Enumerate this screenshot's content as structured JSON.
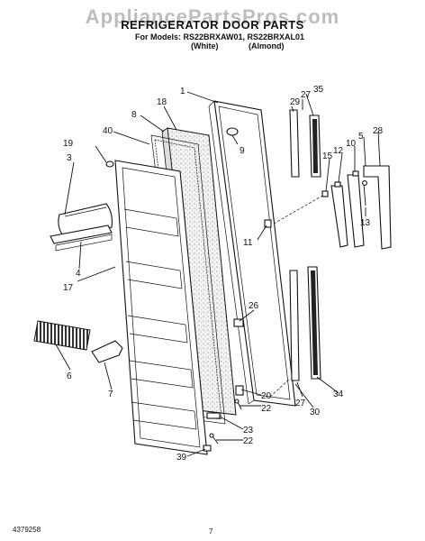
{
  "header": {
    "watermark": "AppliancePartsPros.com",
    "title": "REFRIGERATOR DOOR PARTS",
    "models": "For Models: RS22BRXAW01, RS22BRXAL01",
    "variant_white": "(White)",
    "variant_almond": "(Almond)"
  },
  "footer": {
    "doc_number": "4379258",
    "page_number": "7"
  },
  "callouts": [
    "1",
    "35",
    "29",
    "27",
    "18",
    "8",
    "9",
    "40",
    "19",
    "3",
    "15",
    "12",
    "10",
    "5",
    "28",
    "13",
    "11",
    "4",
    "17",
    "26",
    "6",
    "7",
    "20",
    "22",
    "34",
    "27",
    "30",
    "23",
    "22",
    "39"
  ]
}
